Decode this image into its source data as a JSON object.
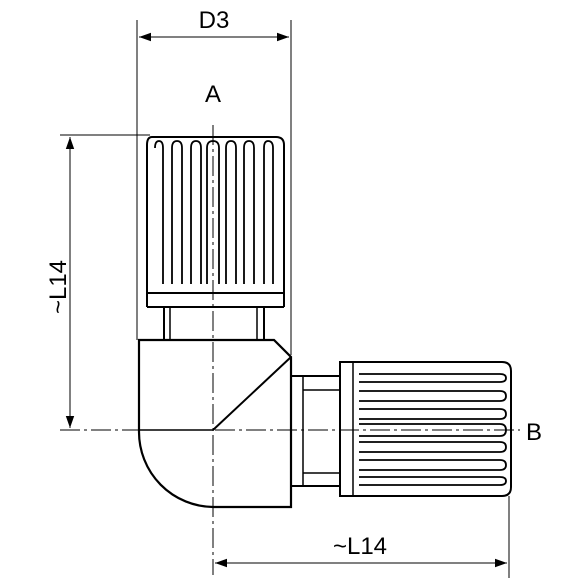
{
  "labels": {
    "diameter": "D3",
    "port_a": "A",
    "port_b": "B",
    "length_vertical": "~L14",
    "length_horizontal": "~L14"
  },
  "colors": {
    "stroke": "#000000",
    "background": "#ffffff"
  }
}
